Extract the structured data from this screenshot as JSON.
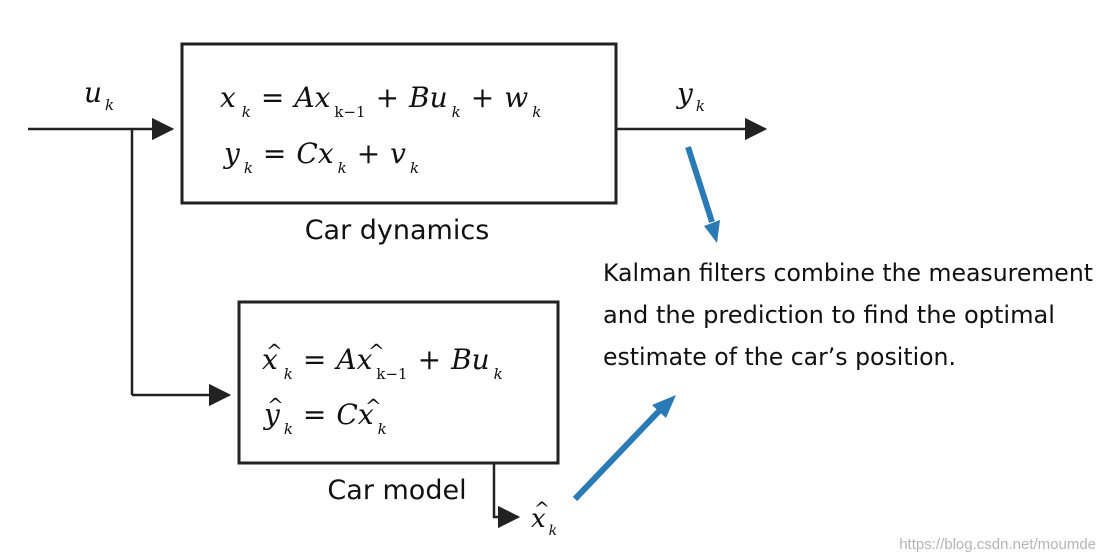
{
  "diagram": {
    "input_signal": {
      "base": "u",
      "sub": "k"
    },
    "output_signal": {
      "base": "y",
      "sub": "k"
    },
    "estimate_signal": {
      "base": "x",
      "hat": "^",
      "sub": "k"
    },
    "car_dynamics": {
      "label": "Car dynamics",
      "eq1": {
        "lhs": "x",
        "lhs_sub": "k",
        "eq": "=",
        "t1": "Ax",
        "t1_sub": "k−1",
        "plus1": "+",
        "t2": "Bu",
        "t2_sub": "k",
        "plus2": "+",
        "t3": "w",
        "t3_sub": "k"
      },
      "eq2": {
        "lhs": "y",
        "lhs_sub": "k",
        "eq": "=",
        "t1": "Cx",
        "t1_sub": "k",
        "plus1": "+",
        "t2": "v",
        "t2_sub": "k"
      }
    },
    "car_model": {
      "label": "Car model",
      "eq1": {
        "lhs": "x",
        "lhs_sub": "k",
        "eq": "=",
        "t1a": "A",
        "t1b": "x",
        "t1_sub": "k−1",
        "plus1": "+",
        "t2": "Bu",
        "t2_sub": "k"
      },
      "eq2": {
        "lhs": "y",
        "lhs_sub": "k",
        "eq": "=",
        "t1a": "C",
        "t1b": "x",
        "t1_sub": "k"
      }
    },
    "annotation": {
      "lines": [
        "Kalman filters combine the measurement",
        "and the prediction to find the optimal",
        "estimate of the car’s position."
      ]
    },
    "arrow_color": "#2a7ab5",
    "watermark": "https://blog.csdn.net/moumde"
  }
}
